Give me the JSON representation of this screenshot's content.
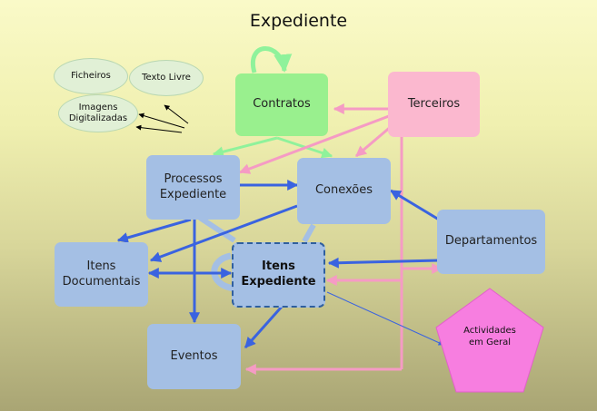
{
  "diagram": {
    "title": "Expediente",
    "nodes": {
      "contratos": "Contratos",
      "terceiros": "Terceiros",
      "processos_expediente": "Processos\nExpediente",
      "conexoes": "Conexões",
      "departamentos": "Departamentos",
      "itens_documentais": "Itens\nDocumentais",
      "itens_expediente": "Itens\nExpediente",
      "eventos": "Eventos",
      "actividades_em_geral": "Actividades\nem Geral"
    },
    "attachments": {
      "ficheiros": "Ficheiros",
      "texto_livre": "Texto Livre",
      "imagens_digitalizadas": "Imagens\nDigitalizadas"
    },
    "colors": {
      "entity_blue": "#a4bfe4",
      "contract_green": "#99f08e",
      "third_party_pink": "#fbb8cf",
      "activity_magenta": "#f77ee0",
      "arrow_blue": "#3a63e0",
      "arrow_pink": "#f59bc4",
      "arrow_green": "#8ff29b"
    }
  }
}
